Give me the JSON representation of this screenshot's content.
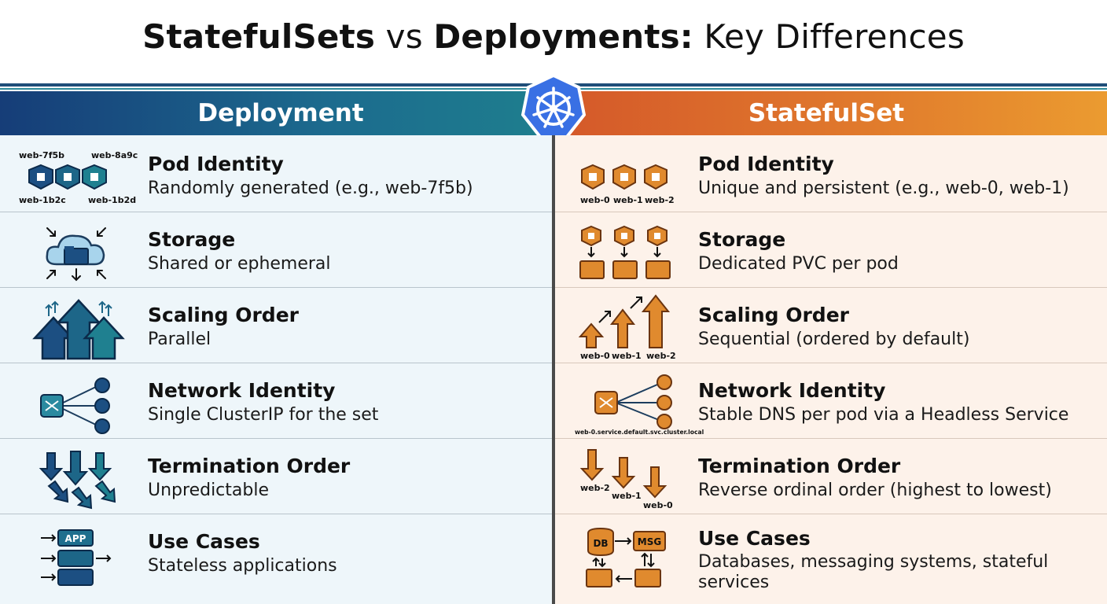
{
  "title": {
    "part1": "StatefulSets",
    "part2": " vs ",
    "part3": "Deployments:",
    "part4": " Key Differences"
  },
  "headers": {
    "left": "Deployment",
    "right": "StatefulSet"
  },
  "colors": {
    "navy": "#163d78",
    "teal": "#1e7f8e",
    "orange": "#e0792c",
    "k8s_blue": "#3970e4"
  },
  "rows": [
    {
      "name": "Pod Identity",
      "deployment": "Randomly generated (e.g., web-7f5b)",
      "statefulset": "Unique and persistent (e.g., web-0, web-1)",
      "dep_icon_labels": [
        "web-7f5b",
        "web-8a9c",
        "web-1b2c",
        "web-1b2d"
      ],
      "sts_icon_labels": [
        "web-0",
        "web-1",
        "web-2"
      ]
    },
    {
      "name": "Storage",
      "deployment": "Shared or ephemeral",
      "statefulset": "Dedicated PVC per pod"
    },
    {
      "name": "Scaling Order",
      "deployment": "Parallel",
      "statefulset": "Sequential (ordered by default)",
      "sts_icon_labels": [
        "web-0",
        "web-1",
        "web-2"
      ]
    },
    {
      "name": "Network Identity",
      "deployment": "Single ClusterIP for the set",
      "statefulset": "Stable DNS per pod via a Headless Service",
      "sts_icon_labels": [
        "web-0.service.default.svc.cluster.local"
      ]
    },
    {
      "name": "Termination Order",
      "deployment": "Unpredictable",
      "statefulset": "Reverse ordinal order (highest to lowest)",
      "sts_icon_labels": [
        "web-2",
        "web-1",
        "web-0"
      ]
    },
    {
      "name": "Use Cases",
      "deployment": "Stateless applications",
      "statefulset": "Databases, messaging systems, stateful services",
      "dep_icon_labels": [
        "APP"
      ],
      "sts_icon_labels": [
        "DB",
        "MSG"
      ]
    }
  ]
}
